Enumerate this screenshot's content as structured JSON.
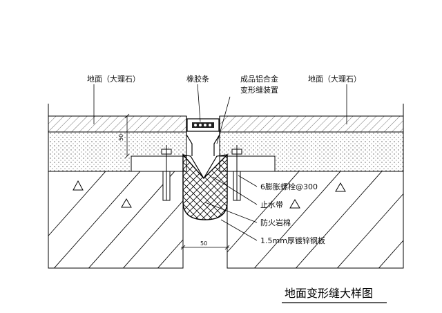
{
  "labels": {
    "floor_left": "地面（大理石）",
    "rubber_strip": "橡胶条",
    "aluminum_device_line1": "成品铝合金",
    "aluminum_device_line2": "变形缝装置",
    "floor_right": "地面（大理石）",
    "expansion_bolt": "6膨胀螺栓@300",
    "waterstop": "止水带",
    "fire_rock_wool": "防火岩棉",
    "galvanized_plate": "1.5mm厚镀锌钢板"
  },
  "dimensions": {
    "gap_width": "50",
    "layer_thickness": "50"
  },
  "title": "地面变形缝大样图"
}
